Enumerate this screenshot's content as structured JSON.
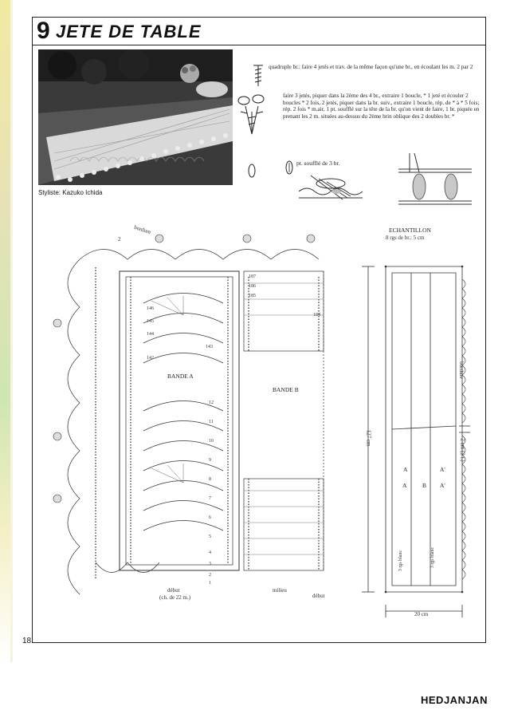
{
  "header": {
    "number": "9",
    "title": "JETE DE TABLE"
  },
  "photo": {
    "credit": "Styliste: Kazuko Ichida"
  },
  "instructions": {
    "quadruple": "quadruple br.: faire 4 jetés et trav. de la même façon qu'une br., en écoulant les m. 2 par 2",
    "shell": "faire 3 jetés, piquer dans la 2ème des 4 br., extraire 1 boucle, * 1 jeté et écouler 2 boucles * 2 fois, 2 jetés, piquer dans la br. suiv., extraire 1 boucle, rép. de * à * 5 fois; rép. 2 fois * m.air, 1 pt. soufflé sur la tête de la br. qu'on vient de faire, 1 br. piquée en prenant les 2 m. situées au-dessus du 2ème brin oblique des 2 doubles br. *",
    "puff": "pt. soufflé de 3 br."
  },
  "diagram": {
    "bordure": "bordure",
    "step_2": "2",
    "bande_a": "BANDE A",
    "bande_b": "BANDE B",
    "debut_a": "début",
    "debut_a_note": "(ch. de 22 m.)",
    "milieu": "milieu",
    "debut_b": "début",
    "row_numbers": [
      "187",
      "186",
      "185",
      "184",
      "146",
      "145",
      "144",
      "143",
      "142",
      "12",
      "11",
      "10",
      "9",
      "8",
      "7",
      "6",
      "5",
      "4",
      "3",
      "2",
      "1"
    ]
  },
  "schema": {
    "title": "ECHANTILLON",
    "gauge": "8 rgs de br.: 5 cm",
    "height": "127 cm",
    "width": "20 cm",
    "border_width": "2 cm (2 t.)",
    "bordure": "bordure",
    "a_left": "A",
    "b_mid": "B",
    "a_right": "A'",
    "a_left_top": "A",
    "a_right_top": "A'",
    "rows_left": "3 rgs blanc",
    "rows_right": "3 rgs blanc"
  },
  "footer": {
    "page": "18",
    "watermark": "HEDJANJAN"
  }
}
